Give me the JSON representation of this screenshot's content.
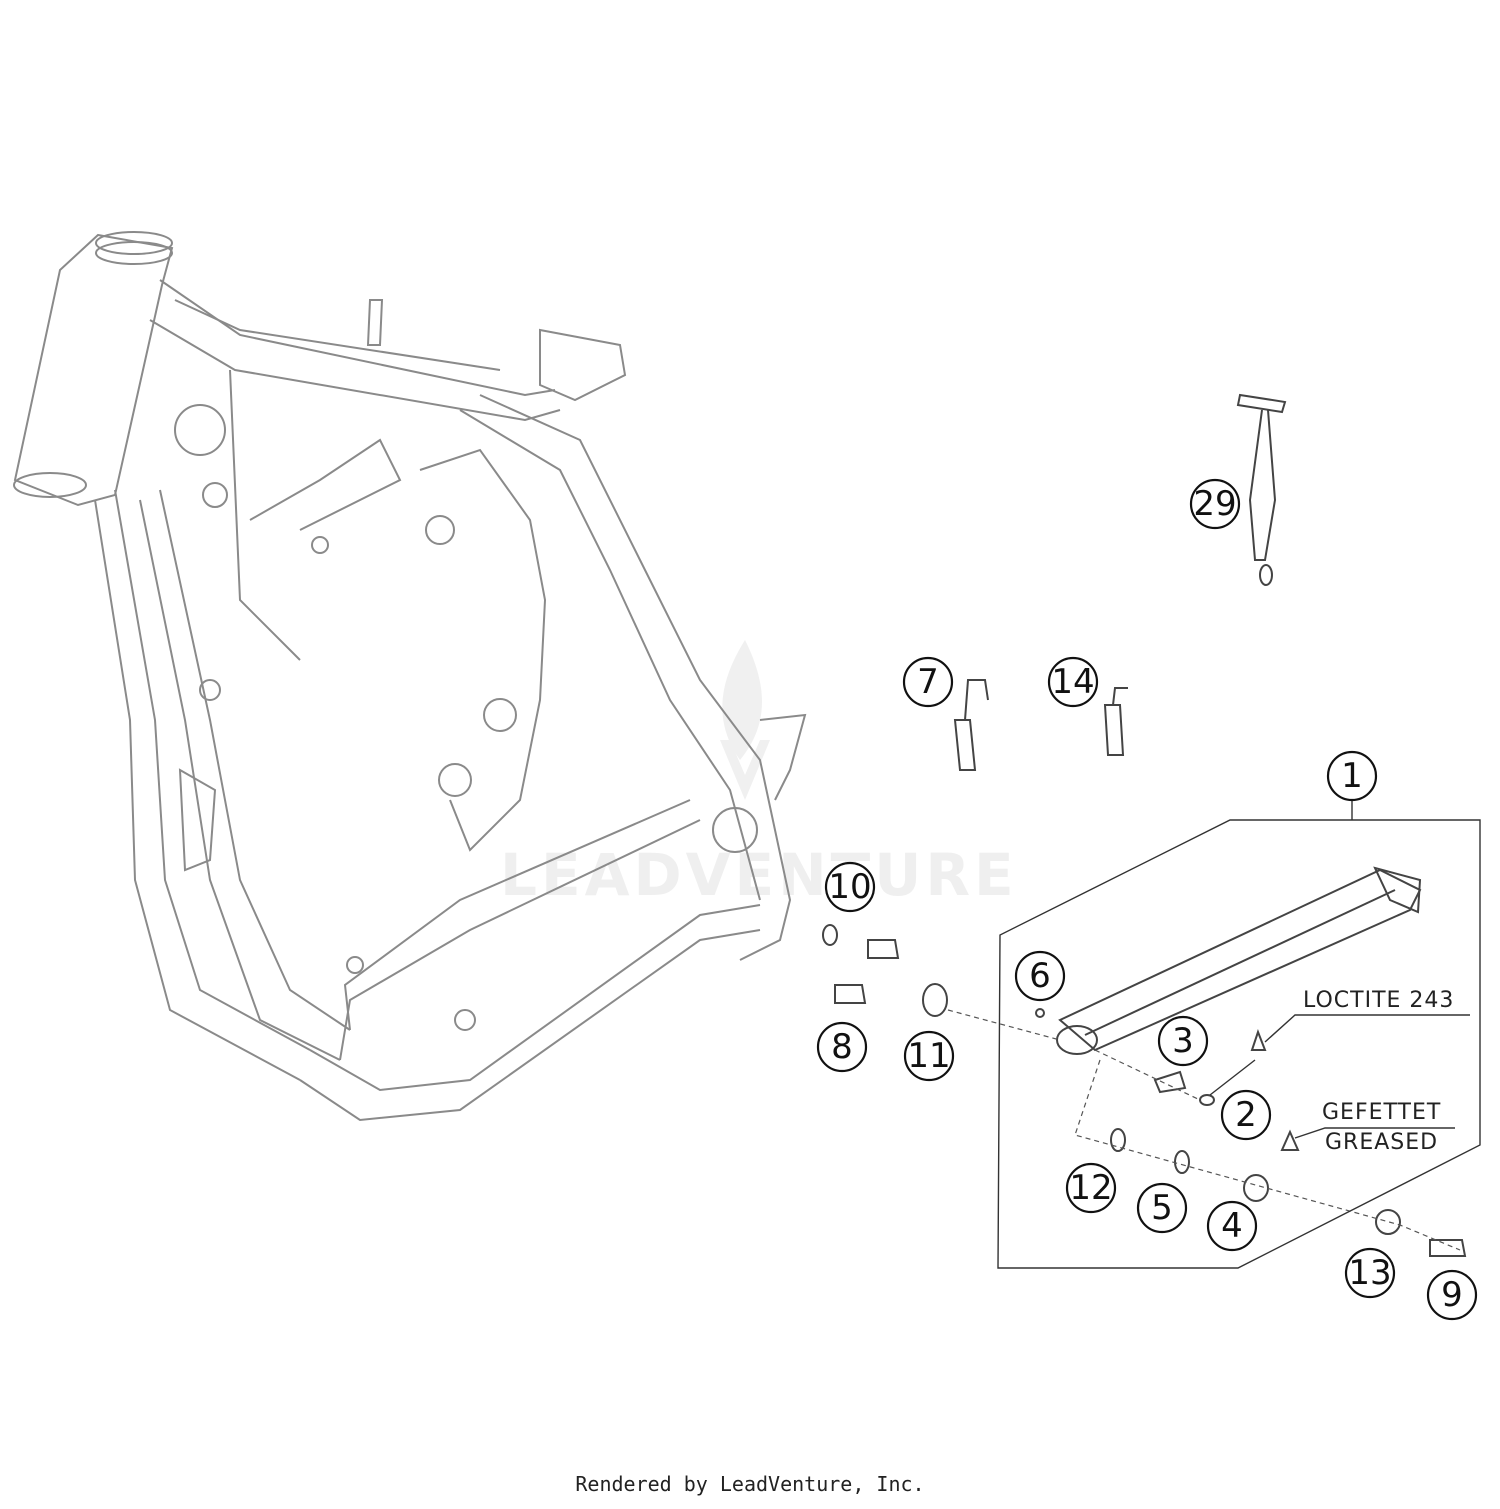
{
  "callouts": {
    "c1": "1",
    "c2": "2",
    "c3": "3",
    "c4": "4",
    "c5": "5",
    "c6": "6",
    "c7": "7",
    "c8": "8",
    "c9": "9",
    "c10": "10",
    "c11": "11",
    "c12": "12",
    "c13": "13",
    "c14": "14",
    "c29": "29"
  },
  "notes": {
    "loctite": "LOCTITE 243",
    "greased_de": "GEFETTET",
    "greased_en": "GREASED"
  },
  "watermark": "LEADVENTURE",
  "footer": "Rendered by LeadVenture, Inc."
}
